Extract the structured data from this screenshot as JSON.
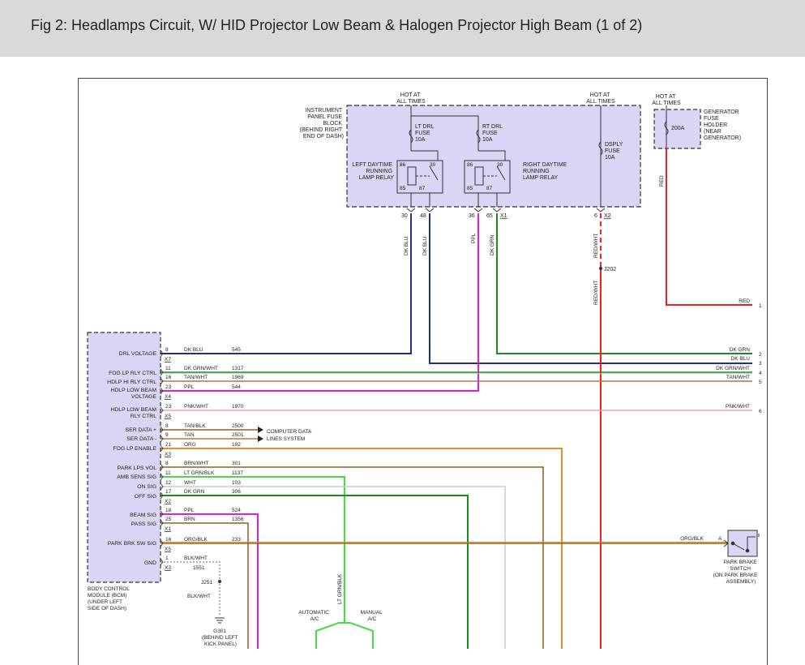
{
  "header": {
    "title": "Fig 2: Headlamps Circuit, W/ HID Projector Low Beam & Halogen Projector High Beam (1 of 2)"
  },
  "colors": {
    "dk_blu": "#1f2f8f",
    "dk_grn": "#1e8a1e",
    "lt_grn": "#44dd44",
    "ppl": "#e020d0",
    "org": "#e0902a",
    "brn": "#8a6420",
    "red": "#ee2020",
    "pnk": "#f0a0b8",
    "tan": "#b07a40",
    "wht": "#cccccc",
    "box_fill": "#d8d6f4"
  },
  "fuse_block": {
    "hot1": [
      "HOT AT",
      "ALL TIMES"
    ],
    "hot2": [
      "HOT AT",
      "ALL TIMES"
    ],
    "label": [
      "INSTRUMENT",
      "PANEL FUSE",
      "BLOCK",
      "(BEHIND RIGHT",
      "END OF DASH)"
    ],
    "lt_fuse": [
      "LT DRL",
      "FUSE",
      "10A"
    ],
    "rt_fuse": [
      "RT DRL",
      "FUSE",
      "10A"
    ],
    "dsply_fuse": [
      "DSPLY",
      "FUSE",
      "10A"
    ],
    "left_relay": [
      "LEFT DAYTIME",
      "RUNNING",
      "LAMP RELAY"
    ],
    "right_relay": [
      "RIGHT DAYTIME",
      "RUNNING",
      "LAMP RELAY"
    ],
    "pins": [
      "86",
      "30",
      "85",
      "87",
      "86",
      "30",
      "85",
      "87"
    ],
    "out_pins": [
      "30",
      "48",
      "36",
      "65",
      "X1",
      "6",
      "X2"
    ],
    "j202": "J202"
  },
  "gen_fuse": {
    "hot": [
      "HOT AT",
      "ALL TIMES"
    ],
    "label": [
      "GENERATOR",
      "FUSE",
      "HOLDER",
      "(NEAR",
      "GENERATOR)"
    ],
    "rating": "200A"
  },
  "vert_labels": {
    "dk_blu1": "DK BLU",
    "dk_blu2": "DK BLU",
    "ppl": "PPL",
    "dk_grn": "DK GRN",
    "red_wht1": "RED/WHT",
    "red_wht2": "RED/WHT",
    "red": "RED",
    "lt_grn_blk": "LT GRN/BLK"
  },
  "right_wires": [
    {
      "label": "RED",
      "num": "1"
    },
    {
      "label": "DK GRN",
      "num": "2"
    },
    {
      "label": "DK BLU",
      "num": "3"
    },
    {
      "label": "DK GRN/WHT",
      "num": "4"
    },
    {
      "label": "TAN/WHT",
      "num": "5"
    },
    {
      "label": "PNK/WHT",
      "num": "6"
    }
  ],
  "bcm": {
    "signals": [
      "DRL VOLTAGE",
      "FOG LP RLY CTRL",
      "HDLP HI RLY CTRL",
      "HDLP LOW BEAM",
      "VOLTAGE",
      "HDLP LOW BEAM",
      "RLY CTRL",
      "SER DATA +",
      "SER DATA -",
      "FOG LP ENABLE",
      "PARK LPS VOL",
      "AMB SENS SIG",
      "ON SIG",
      "OFF SIG",
      "BEAM SIG",
      "PASS SIG",
      "PARK BRK SW SIG",
      "GND"
    ],
    "pins": [
      "8",
      "11",
      "16",
      "23",
      "23",
      "8",
      "9",
      "21",
      "8",
      "11",
      "12",
      "17",
      "18",
      "25",
      "16",
      "1"
    ],
    "connectors": [
      "X7",
      "X4",
      "X5",
      "X3",
      "X2",
      "X1",
      "X5",
      "X3"
    ],
    "colors": [
      "DK BLU",
      "DK GRN/WHT",
      "TAN/WHT",
      "PPL",
      "PNK/WHT",
      "TAN/BLK",
      "TAN",
      "ORG",
      "BRN/WHT",
      "LT GRN/BLK",
      "WHT",
      "DK GRN",
      "PPL",
      "BRN",
      "ORG/BLK",
      "BLK/WHT"
    ],
    "circuits": [
      "545",
      "1317",
      "1969",
      "544",
      "1970",
      "2500",
      "2501",
      "192",
      "301",
      "1137",
      "103",
      "306",
      "524",
      "1356",
      "233",
      "1551"
    ],
    "label": [
      "BODY CONTROL",
      "MODULE (BCM)",
      "(UNDER LEFT",
      "SIDE OF DASH)"
    ]
  },
  "computer_data": [
    "COMPUTER DATA",
    "LINES SYSTEM"
  ],
  "park_brake": {
    "wire": "ORG/BLK",
    "pin": "A",
    "label": [
      "PARK BRAKE",
      "SWITCH",
      "(ON PARK BRAKE",
      "ASSEMBLY)"
    ]
  },
  "ground": {
    "j251": "J251",
    "wire": "BLK/WHT",
    "label": [
      "G301",
      "(BEHIND LEFT",
      "KICK PANEL)"
    ]
  },
  "ac": {
    "auto": [
      "AUTOMATIC",
      "A/C"
    ],
    "manual": [
      "MANUAL",
      "A/C"
    ]
  }
}
